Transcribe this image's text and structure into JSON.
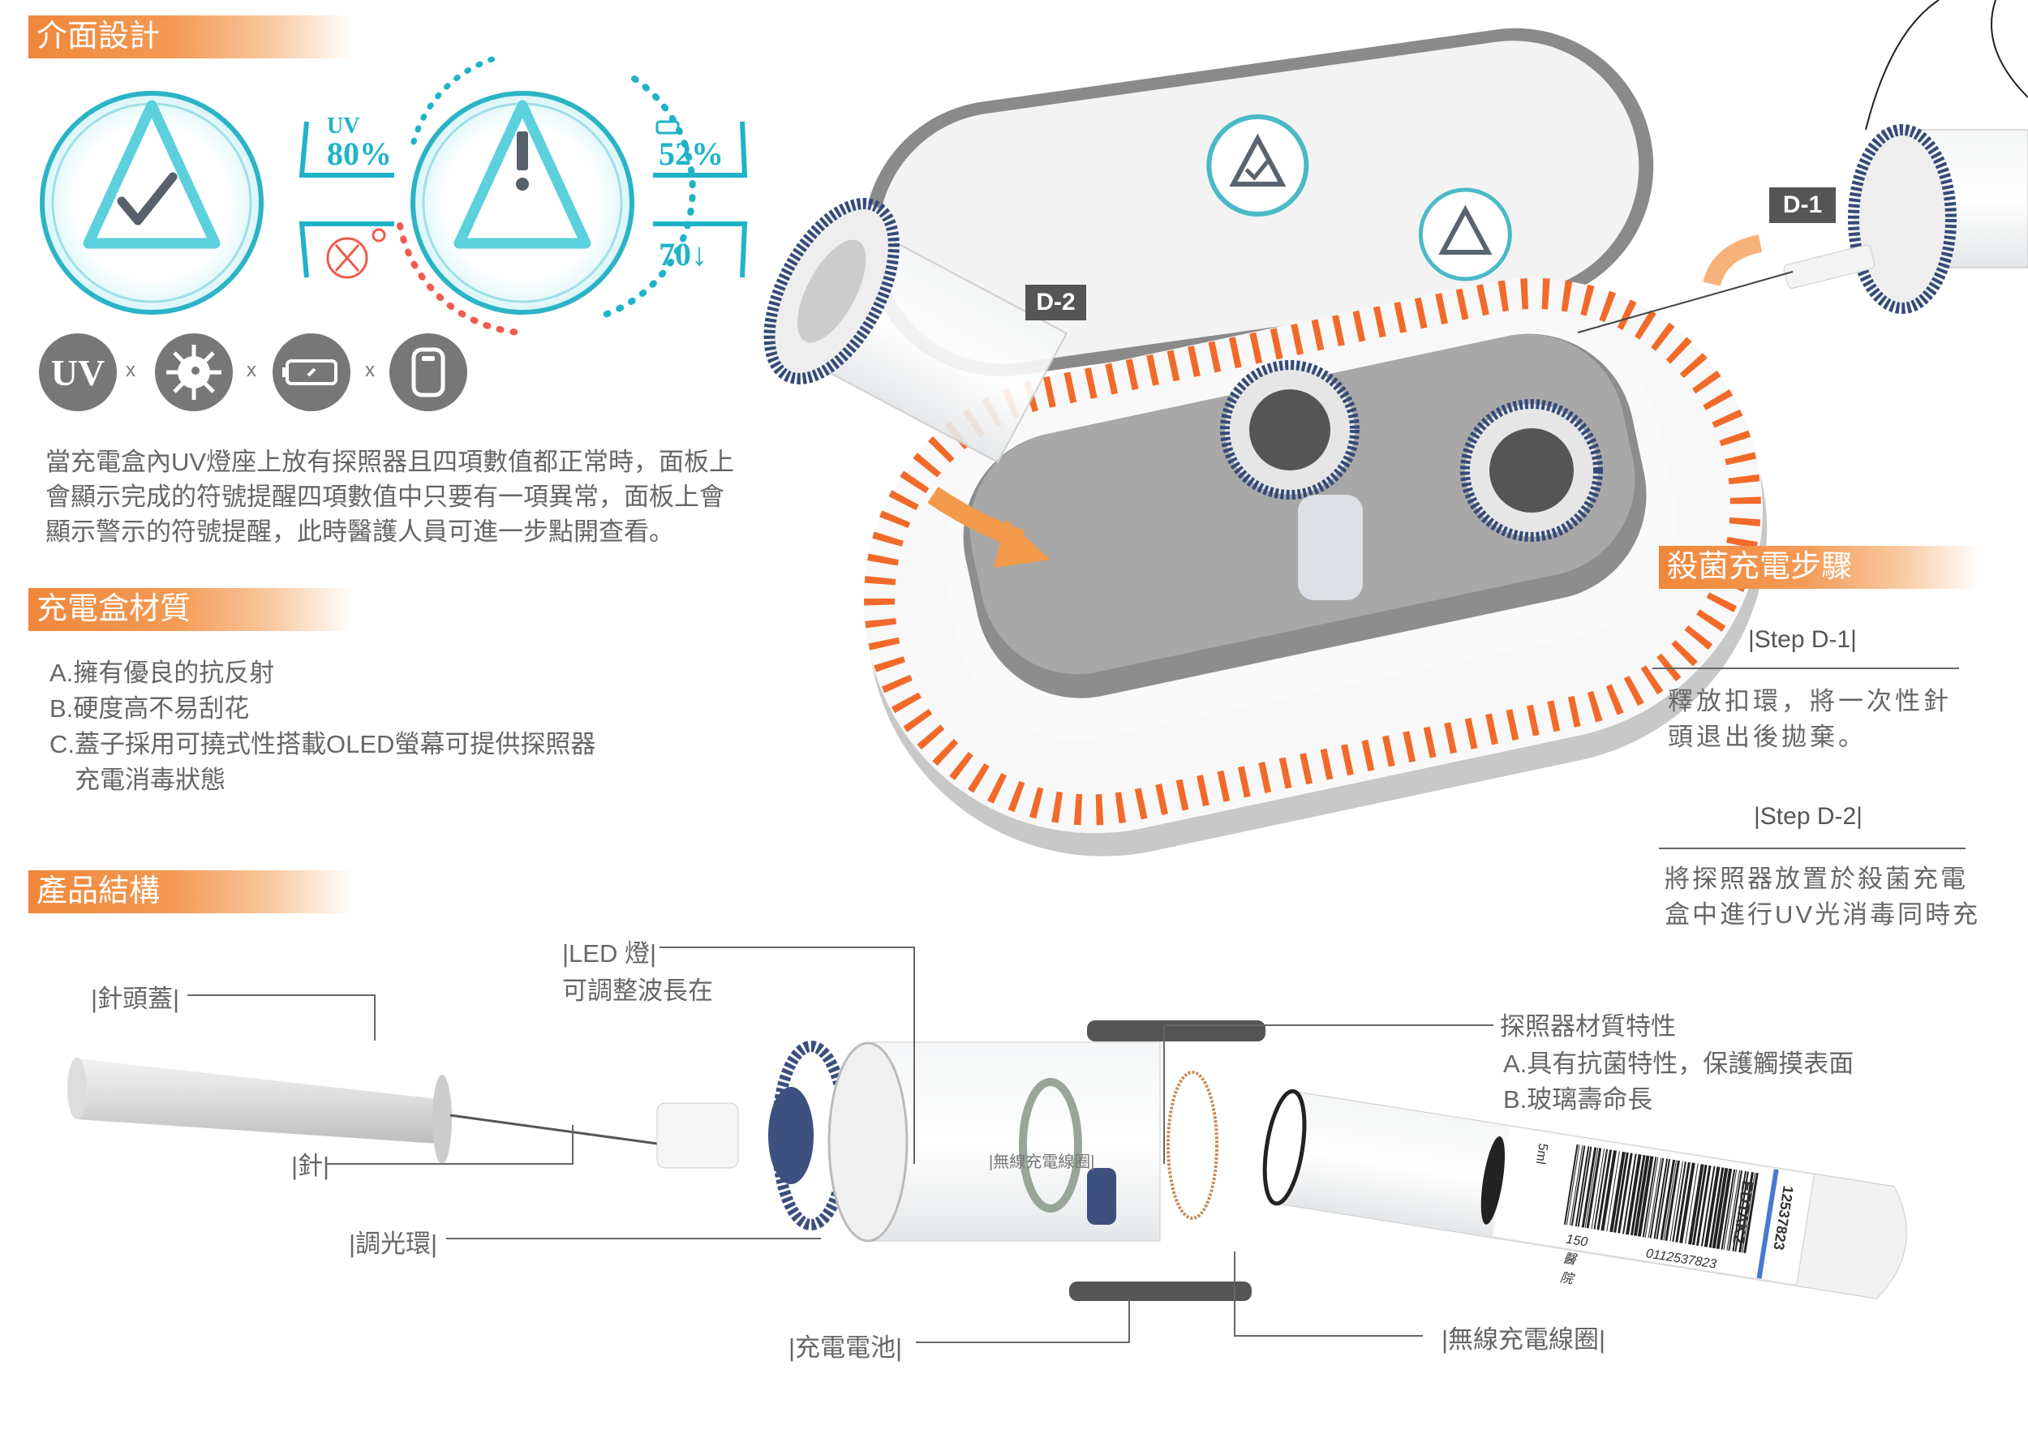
{
  "sections": {
    "interface": "介面設計",
    "material": "充電盒材質",
    "structure": "產品結構",
    "steps": "殺菌充電步驟"
  },
  "dashboard": {
    "uv_label": "UV",
    "uv_value": "80%",
    "battery_value": "52%",
    "temp_value": "70↓",
    "accent": "#1fb3c8",
    "alert": "#ef5b4c"
  },
  "factors": {
    "uv": "UV",
    "sep": "x"
  },
  "interface_desc": [
    "當充電盒內UV燈座上放有探照器且四項數值都正常時，面板上",
    "會顯示完成的符號提醒四項數值中只要有一項異常，面板上會",
    "顯示警示的符號提醒，此時醫護人員可進一步點開查看。"
  ],
  "material_list": [
    "A.擁有優良的抗反射",
    "B.硬度高不易刮花",
    "C.蓋子採用可撓式性搭載OLED螢幕可提供探照器",
    "　充電消毒狀態"
  ],
  "structure_labels": {
    "needle_cap": "|針頭蓋|",
    "led": "|LED 燈|",
    "led_desc": "可調整波長在",
    "needle": "|針|",
    "dimmer_ring": "|調光環|",
    "battery": "|充電電池|",
    "coil_inner": "|無線充電線圈|",
    "coil": "|無線充電線圈|",
    "probe_material_title": "探照器材質特性",
    "probe_material_a": "A.具有抗菌特性，保護觸摸表面",
    "probe_material_b": "B.玻璃壽命長"
  },
  "tube_label": {
    "volume": "5ml",
    "hospital": "150醫院",
    "barcode_no": "0112537823",
    "type": "EDTAK2",
    "id": "12537823"
  },
  "callouts": {
    "d1": "D-1",
    "d2": "D-2"
  },
  "steps": [
    {
      "title": "|Step D-1|",
      "lines": [
        "釋放扣環，將一次性針",
        "頭退出後拋棄。"
      ]
    },
    {
      "title": "|Step D-2|",
      "lines": [
        "將探照器放置於殺菌充電",
        "盒中進行UV光消毒同時充"
      ]
    }
  ]
}
